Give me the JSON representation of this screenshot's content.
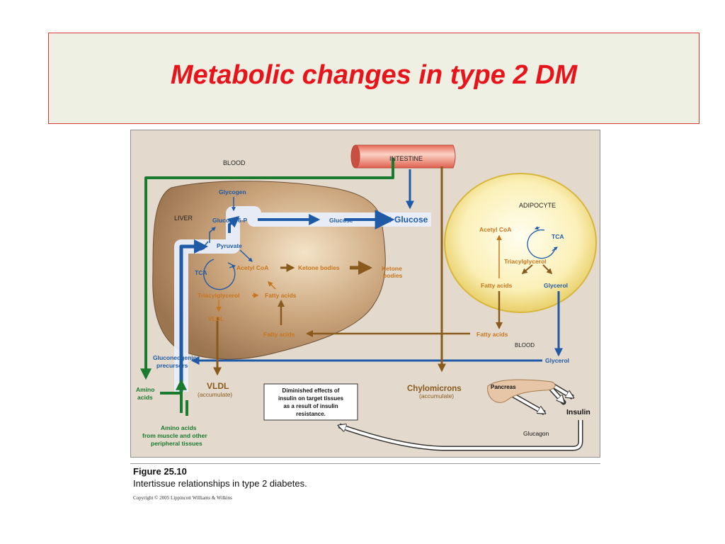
{
  "slide": {
    "title": "Metabolic changes in type 2 DM"
  },
  "colors": {
    "title_red": "#e8141b",
    "blue": "#1f5aa6",
    "brown": "#8a5a1c",
    "green": "#1a7a2e",
    "orange": "#c8761e"
  },
  "figure": {
    "compartments": {
      "blood_top": "BLOOD",
      "intestine": "INTESTINE",
      "liver": "LIVER",
      "adipocyte": "ADIPOCYTE",
      "blood_adipo": "BLOOD"
    },
    "liver": {
      "glycogen": "Glycogen",
      "glucose6p": "Glucose 6-P",
      "glucose_small": "Glucose",
      "glucose_big": "Glucose",
      "pyruvate": "Pyruvate",
      "tca": "TCA",
      "acetyl_coa": "Acetyl CoA",
      "ketone_bodies": "Ketone bodies",
      "ketone_out_1": "Ketone",
      "ketone_out_2": "bodies",
      "triacylglycerol": "Triacylglycerol",
      "fatty_acids": "Fatty acids",
      "vldl_inner": "VLDL",
      "fatty_acids_in": "Fatty acids",
      "gluconeogenic_1": "Gluconeogenic",
      "gluconeogenic_2": "precursors"
    },
    "adipocyte": {
      "acetyl_coa": "Acetyl CoA",
      "tca": "TCA",
      "triacylglycerol": "Triacylglycerol",
      "fatty_acids": "Fatty acids",
      "glycerol": "Glycerol"
    },
    "blood": {
      "fatty_acids": "Fatty acids",
      "glycerol": "Glycerol",
      "amino_acids_1": "Amino",
      "amino_acids_2": "acids",
      "vldl": "VLDL",
      "vldl_sub": "(accumulate)",
      "chylo": "Chylomicrons",
      "chylo_sub": "(accumulate)",
      "muscle_1": "Amino acids",
      "muscle_2": "from muscle and other",
      "muscle_3": "peripheral tissues"
    },
    "note": {
      "line1": "Diminished effects of",
      "line2": "insulin on target tissues",
      "line3": "as a result of insulin",
      "line4": "resistance."
    },
    "pancreas": {
      "label": "Pancreas",
      "insulin": "Insulin",
      "glucagon": "Glucagon"
    }
  },
  "caption": {
    "number": "Figure 25.10",
    "text": "Intertissue relationships in type 2 diabetes.",
    "copyright": "Copyright © 2005 Lippincott Williams & Wilkins"
  }
}
